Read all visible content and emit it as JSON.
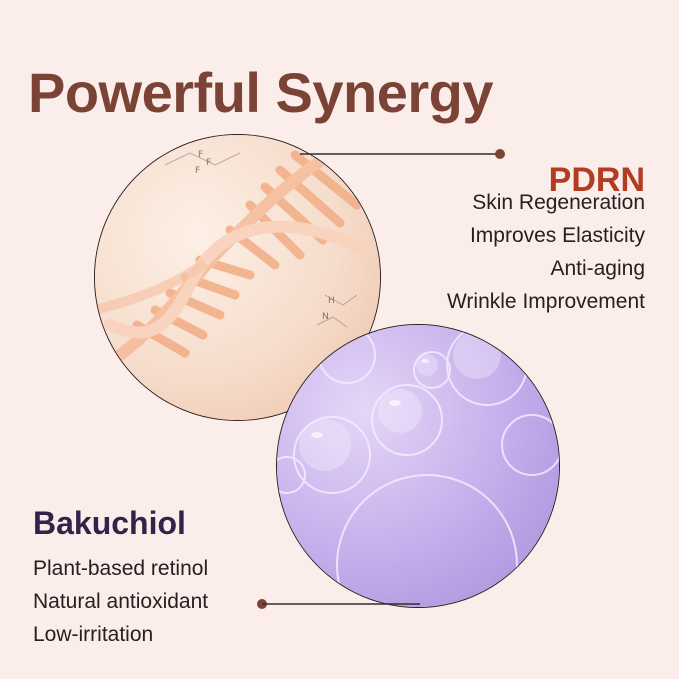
{
  "title": "Powerful Synergy",
  "pdrn": {
    "name": "PDRN",
    "benefits": [
      "Skin Regeneration",
      "Improves Elasticity",
      "Anti-aging",
      "Wrinkle Improvement"
    ]
  },
  "bakuchiol": {
    "name": "Bakuchiol",
    "benefits": [
      "Plant-based retinol",
      "Natural antioxidant",
      "Low-irritation"
    ]
  },
  "colors": {
    "title": "#7a4336",
    "pdrn_accent": "#b13c21",
    "bakuchiol_accent": "#33224a",
    "background": "#fbeeea"
  },
  "icons": [
    "dna-helix-image",
    "oil-bubbles-image"
  ]
}
